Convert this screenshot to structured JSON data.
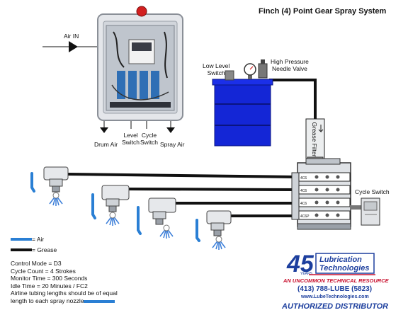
{
  "title": "Finch (4) Point Gear Spray System",
  "labels": {
    "air_in": "Air IN",
    "drum_air": "Drum Air",
    "level_switch_1": "Level",
    "level_switch_2": "Switch",
    "cycle_switch_1": "Cycle",
    "cycle_switch_2": "Switch",
    "spray_air": "Spray Air",
    "low_level_switch_1": "Low Level",
    "low_level_switch_2": "Switch",
    "hp_needle_valve_1": "High Pressure",
    "hp_needle_valve_2": "Needle Valve",
    "grease_filter": "Grease Filter",
    "cycle_switch_right": "Cycle Switch"
  },
  "legend": [
    {
      "label": "= Air",
      "color": "#2a7fd4"
    },
    {
      "label": "= Grease",
      "color": "#111111"
    }
  ],
  "notes": [
    "Control Mode = D3",
    "Cycle Count = 4 Strokes",
    "Monitor Time = 300 Seconds",
    "Idle Time = 20 Minutes / FC2",
    "Airline tubing lengths should be of equal",
    "length to each spray nozzle"
  ],
  "divider_port_labels": [
    "4C6",
    "4C6",
    "4C6",
    "4C6P"
  ],
  "logo": {
    "number": "45",
    "years": "YEARS",
    "line1": "Lubrication",
    "line2": "Technologies",
    "tagline": "AN UNCOMMON TECHNICAL RESOURCE",
    "phone": "(413) 788-LUBE (5823)",
    "website": "www.LubeTechnologies.com",
    "distributor": "AUTHORIZED DISTRIBUTOR"
  },
  "colors": {
    "air": "#2a7fd4",
    "grease": "#111111",
    "drum": "#1426d6",
    "logo_blue": "#1d3f9e",
    "logo_red": "#c8102e"
  }
}
